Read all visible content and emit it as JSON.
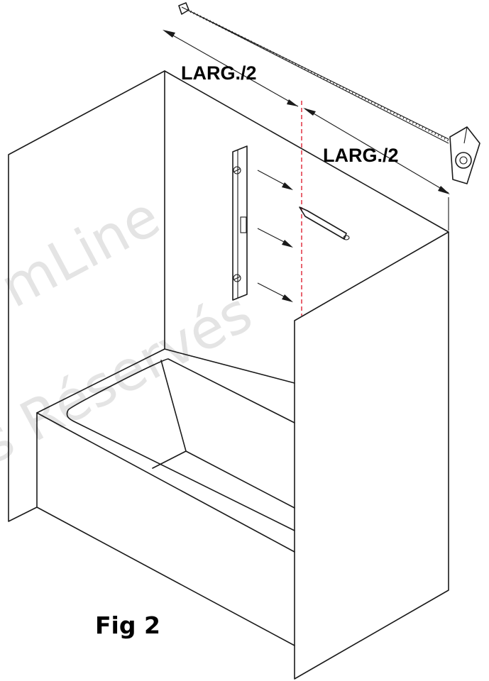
{
  "watermark": {
    "line1": "mLine",
    "line2": "s Réservés"
  },
  "labels": {
    "left_half": "LARG./2",
    "right_half": "LARG./2"
  },
  "figure_caption": "Fig 2",
  "colors": {
    "stroke": "#1a1a1a",
    "center_line": "#e03040",
    "watermark": "#e4e4e4"
  },
  "icons": [
    "spirit-level-icon",
    "pencil-icon",
    "tape-measure-icon"
  ]
}
